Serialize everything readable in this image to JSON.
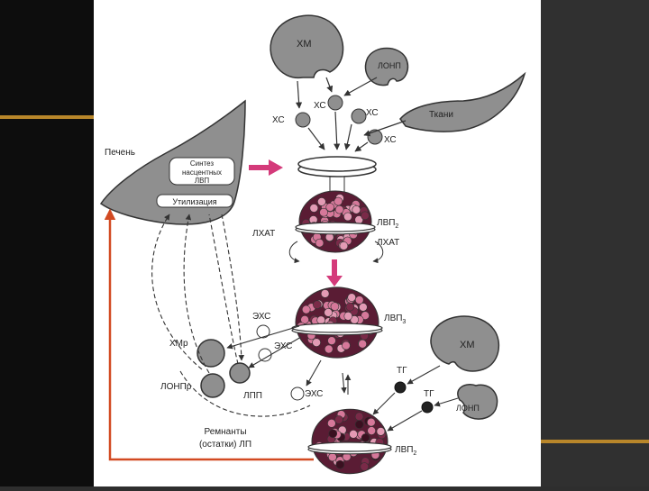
{
  "labels": {
    "xm_top": "ХМ",
    "lonp_top": "ЛОНП",
    "tissues": "Ткани",
    "xc1": "ХС",
    "xc2": "ХС",
    "xc3": "ХС",
    "xc4": "ХС",
    "liver": "Печень",
    "synthesis_line1": "Синтез",
    "synthesis_line2": "насцентных",
    "synthesis_line3": "ЛВП",
    "utilization": "Утилизация",
    "hdl2_top": "ЛВП",
    "hdl2_top_sub": "2",
    "lhat_left": "ЛХАТ",
    "lhat_right": "ЛХАТ",
    "hdl3": "ЛВП",
    "hdl3_sub": "3",
    "ehs1": "ЭХС",
    "ehs2": "ЭХС",
    "ehs3": "ЭХС",
    "xmr": "ХМр",
    "lonpr": "ЛОНПр",
    "lpp": "ЛПП",
    "remnants_line1": "Ремнанты",
    "remnants_line2": "(остатки) ЛП",
    "xm_bottom": "ХМ",
    "lonp_bottom": "ЛОНП",
    "tg1": "ТГ",
    "tg2": "ТГ",
    "hdl2_bottom": "ЛВП",
    "hdl2_bottom_sub": "2"
  },
  "colors": {
    "particle_gray": "#8f8f8f",
    "particle_pink": "#d6789a",
    "particle_dark": "#7a2a48",
    "pink_arrow": "#d43a7a",
    "red_line": "#d24a22",
    "accent_bar": "#b8862a"
  }
}
